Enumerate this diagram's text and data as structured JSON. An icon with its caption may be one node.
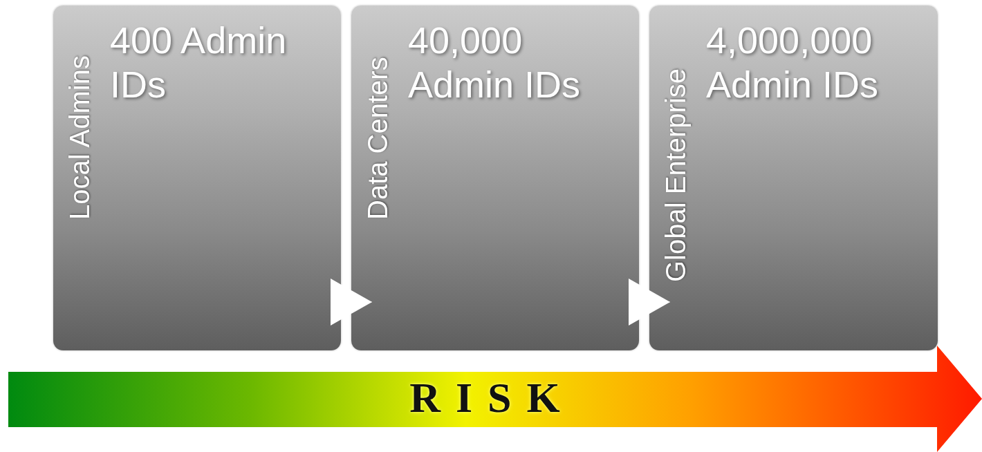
{
  "diagram": {
    "nodes": [
      {
        "text": [
          "Local Admins",
          "400 Admin IDs"
        ]
      },
      {
        "text": [
          "Data Centers",
          "40,000 Admin IDs"
        ]
      },
      {
        "text": [
          "Global Enterprise",
          "4,000,000 Admin IDs"
        ]
      },
      {
        "text": [
          "RISK"
        ]
      }
    ],
    "edges": [
      {
        "from": 0,
        "to": 1,
        "arrow": "to"
      },
      {
        "from": 1,
        "to": 2,
        "arrow": "to"
      }
    ]
  }
}
